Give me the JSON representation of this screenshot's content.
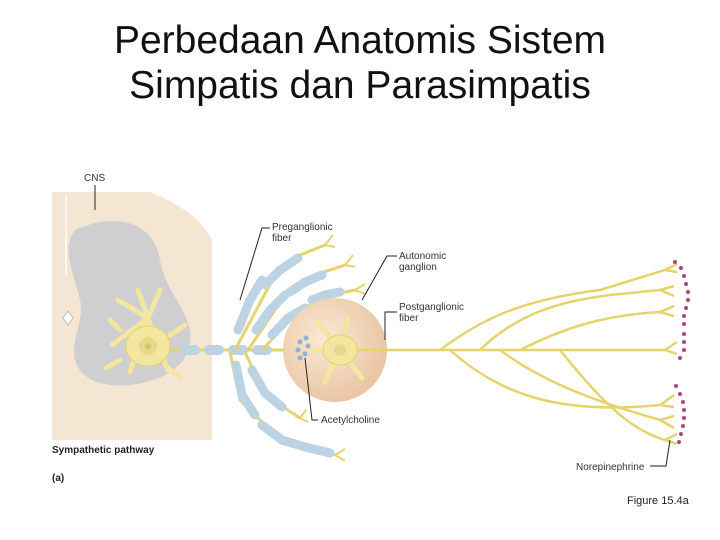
{
  "title": {
    "line1": "Perbedaan Anatomis Sistem",
    "line2": "Simpatis dan Parasimpatis"
  },
  "diagram": {
    "labels": {
      "cns": "CNS",
      "preganglionic_fiber_1": "Preganglionic",
      "preganglionic_fiber_2": "fiber",
      "autonomic_ganglion_1": "Autonomic",
      "autonomic_ganglion_2": "ganglion",
      "postganglionic_fiber_1": "Postganglionic",
      "postganglionic_fiber_2": "fiber",
      "acetylcholine": "Acetylcholine",
      "sympathetic_pathway": "Sympathetic pathway",
      "panel": "(a)",
      "norepinephrine": "Norepinephrine"
    },
    "colors": {
      "spinal_cord": "#f5e6d3",
      "gray_matter": "#cfcfd1",
      "neuron": "#f2e6a0",
      "nucleus": "#e8d88a",
      "myelin": "#bcd3e3",
      "axon": "#e6d36b",
      "ganglion": "#f3d6bb",
      "acetylcholine_vesicles": "#8fb3d1",
      "norepinephrine_vesicles": "#b0447f"
    }
  },
  "figure_number": "Figure 15.4a"
}
